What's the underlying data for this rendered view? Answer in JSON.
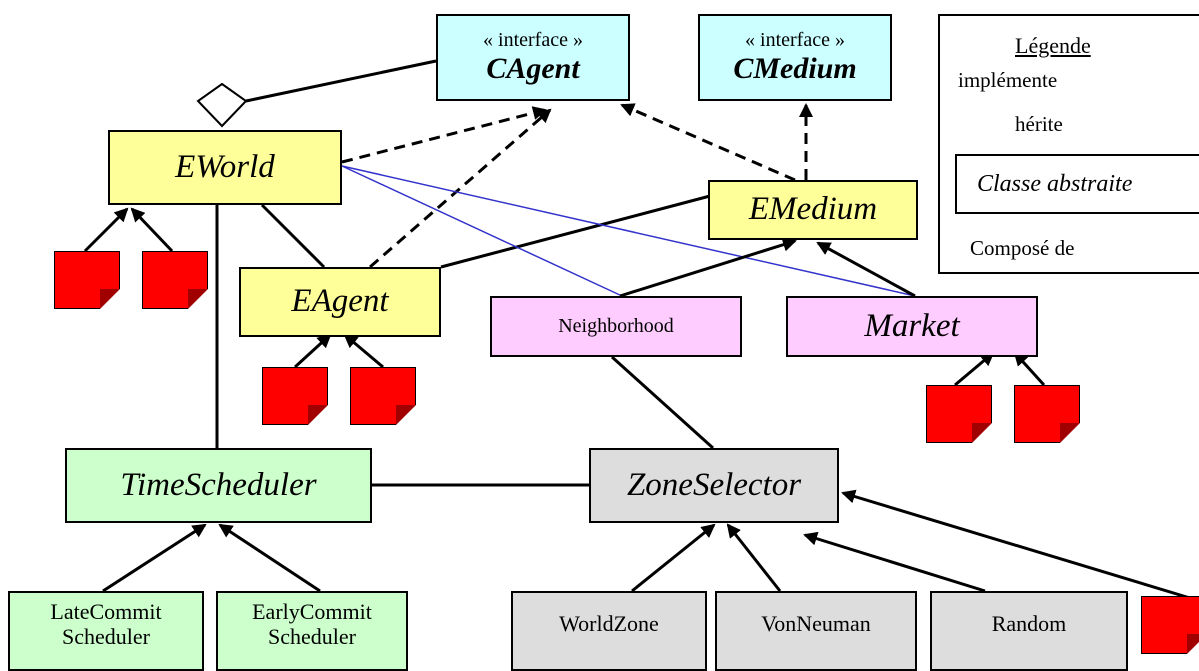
{
  "interfaces": {
    "stereotype": "« interface »",
    "cagent": "CAgent",
    "cmedium": "CMedium"
  },
  "classes": {
    "eworld": "EWorld",
    "emedium": "EMedium",
    "eagent": "EAgent",
    "neighborhood": "Neighborhood",
    "market": "Market",
    "time_scheduler": "TimeScheduler",
    "zone_selector": "ZoneSelector",
    "late_commit": [
      "LateCommit",
      "Scheduler"
    ],
    "early_commit": [
      "EarlyCommit",
      "Scheduler"
    ],
    "world_zone": "WorldZone",
    "von_neuman": "VonNeuman",
    "random": "Random"
  },
  "legend": {
    "title": "Légende",
    "implements": "implémente",
    "inherits": "hérite",
    "abstract_class": "Classe abstraite",
    "composed_of": "Composé de"
  },
  "colors": {
    "interface": "#ccffff",
    "core_class": "#ffff99",
    "medium_class": "#ffccff",
    "scheduler_class": "#ccffcc",
    "zone_class": "#dddddd",
    "subclass_marker": "#ff0000",
    "association_blue": "#3333cc"
  }
}
